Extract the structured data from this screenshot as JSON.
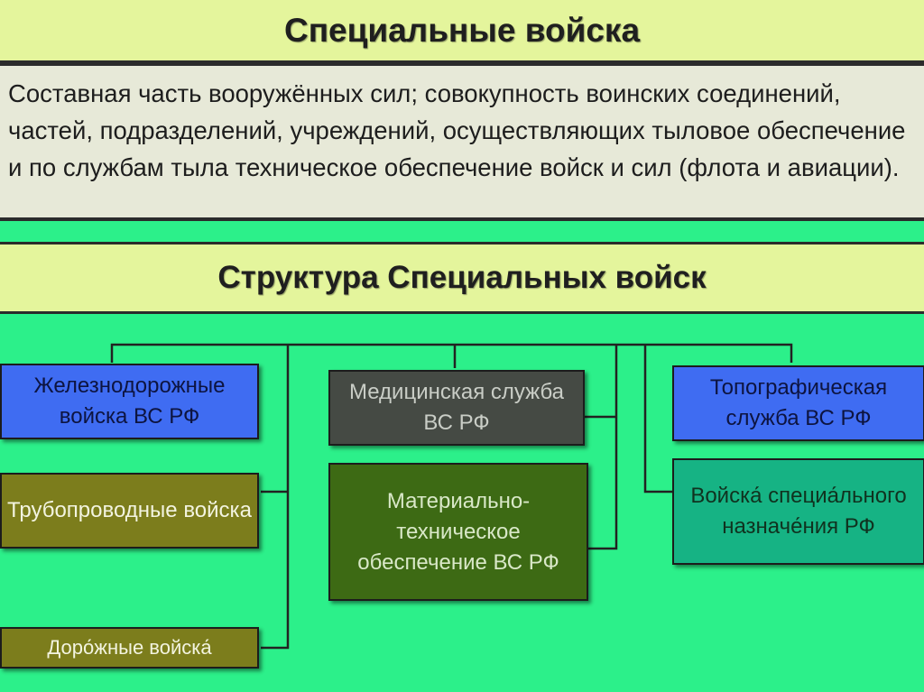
{
  "header": {
    "title": "Специальные войска"
  },
  "definition": {
    "text": "Составная часть вооружённых сил; совокупность воинских соединений, частей, подразделений, учреждений, осуществляющих тыловое обеспечение и по службам тыла техническое обеспечение войск и сил (флота и авиации)."
  },
  "structure": {
    "title": "Структура Специальных войск",
    "nodes": {
      "railway": "Железнодорожные войска ВС РФ",
      "pipeline": "Трубопроводные войска",
      "road": "Доро́жные войска́",
      "medical": "Медицинская служба ВС РФ",
      "logistics": "Материально-техническое обеспечение ВС РФ",
      "topographic": "Топографическая служба ВС РФ",
      "special_purpose": "Войска́ специа́льного назначе́ния РФ"
    }
  },
  "colors": {
    "background": "#2cf08a",
    "header_bg": "#e4f59c",
    "definition_bg": "#e7e9d8",
    "node_blue": "#3f6cf2",
    "node_gray": "#454a44",
    "node_olive": "#7c7d1c",
    "node_dark_green": "#3d6a14",
    "node_teal": "#16b384"
  }
}
